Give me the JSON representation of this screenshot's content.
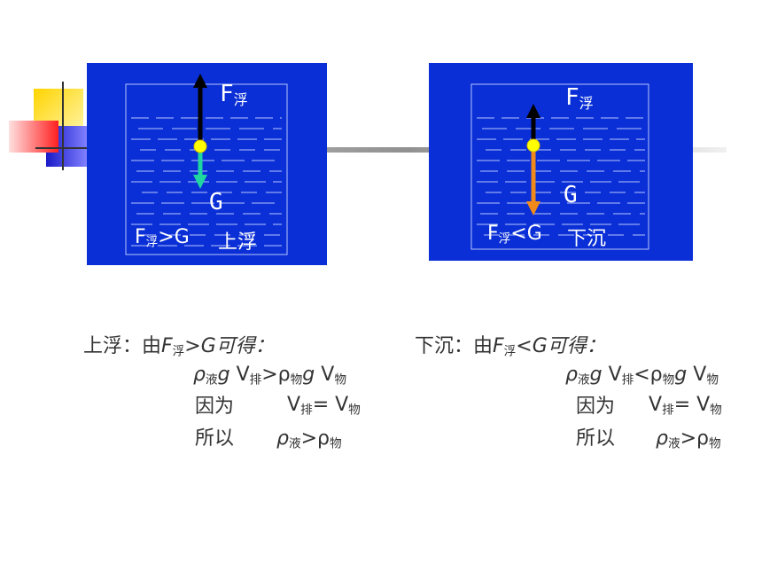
{
  "left_panel": {
    "force_up": "F",
    "force_up_sub": "浮",
    "force_down": "G",
    "relation_F": "F",
    "relation_sub": "浮",
    "relation_rest": ">G",
    "result": "上浮"
  },
  "right_panel": {
    "force_up": "F",
    "force_up_sub": "浮",
    "force_down": "G",
    "relation_F": "F",
    "relation_sub": "浮",
    "relation_rest": "<G",
    "result": "下沉"
  },
  "left_text": {
    "line1_prefix": "上浮：由",
    "line1_F": "F",
    "line1_sub": "浮",
    "line1_rest": ">G可得：",
    "line2": {
      "rho1": "ρ",
      "sub1": "液",
      "g1": "g",
      "V1": "V",
      "sub2": "排",
      "op": ">ρ",
      "sub3": "物",
      "g2": "g",
      "V2": "V",
      "sub4": "物"
    },
    "line3_label": "因为",
    "line3": {
      "V1": "V",
      "sub1": "排",
      "eq": "= V",
      "sub2": "物"
    },
    "line4_label": "所以",
    "line4": {
      "rho1": "ρ",
      "sub1": "液",
      "op": ">ρ",
      "sub2": "物"
    }
  },
  "right_text": {
    "line1_prefix": "下沉：由",
    "line1_F": "F",
    "line1_sub": "浮",
    "line1_rest": "<G可得：",
    "line2": {
      "rho1": "ρ",
      "sub1": "液",
      "g1": "g",
      "V1": "V",
      "sub2": "排",
      "op": "<ρ",
      "sub3": "物",
      "g2": "g",
      "V2": "V",
      "sub4": "物"
    },
    "line3_label": "因为",
    "line3": {
      "V1": "V",
      "sub1": "排",
      "eq": "= V",
      "sub2": "物"
    },
    "line4_label": "所以",
    "line4": {
      "rho1": "ρ",
      "sub1": "液",
      "op": ">ρ",
      "sub2": "物"
    }
  },
  "colors": {
    "panel_bg": "#0a2fd6",
    "arrow_up": "#000000",
    "arrow_down_left": "#1fd6a0",
    "arrow_down_right": "#f08a1a",
    "object_dot": "#ffff00",
    "water_lines": "#b8c4ff"
  }
}
